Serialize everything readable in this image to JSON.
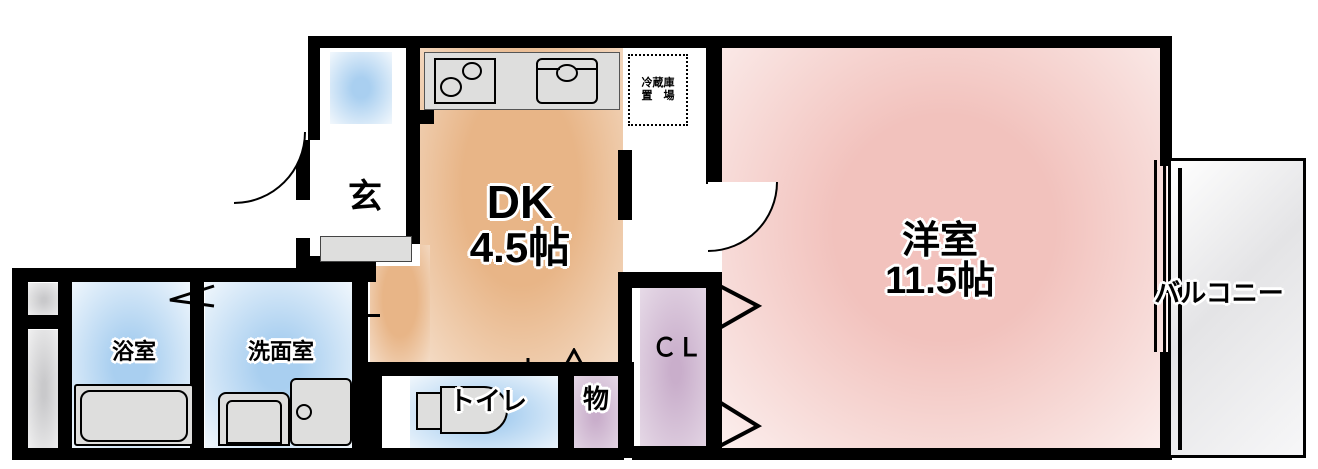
{
  "plan": {
    "type": "japanese-floor-plan",
    "title": "1DK apartment floor plan",
    "colors": {
      "dk": "#e8b587",
      "bedroom": "#f2c2bd",
      "wet_area": "#a9cff0",
      "closet": "#c9aecb",
      "utility_gray": "#c9c9cb",
      "wall": "#000000",
      "background": "#ffffff"
    }
  },
  "rooms": [
    {
      "id": "dk",
      "name": "DK",
      "area_label": "4.5帖",
      "fill": "#e8b587"
    },
    {
      "id": "bedroom",
      "name": "洋室",
      "area_label": "11.5帖",
      "fill": "#f2c2bd"
    },
    {
      "id": "entrance",
      "name": "玄",
      "area_label": "",
      "fill": "#ffffff"
    },
    {
      "id": "bath",
      "name": "浴室",
      "area_label": "",
      "fill": "#a9cff0"
    },
    {
      "id": "washroom",
      "name": "洗面室",
      "area_label": "",
      "fill": "#a9cff0"
    },
    {
      "id": "toilet",
      "name": "トイレ",
      "area_label": "",
      "fill": "#a9cff0"
    },
    {
      "id": "storage",
      "name": "物",
      "area_label": "",
      "fill": "#c9aecb"
    },
    {
      "id": "closet",
      "name": "ＣＬ",
      "area_label": "",
      "fill": "#c9aecb"
    },
    {
      "id": "balcony",
      "name": "バルコニー",
      "area_label": "",
      "fill": "#e4e4e6"
    }
  ],
  "labels": {
    "dk_name": "DK",
    "dk_area": "4.5帖",
    "bedroom_name": "洋室",
    "bedroom_area": "11.5帖",
    "entrance": "玄",
    "bath": "浴室",
    "washroom": "洗面室",
    "toilet": "トイレ",
    "storage": "物",
    "closet": "ＣＬ",
    "balcony": "バルコニー",
    "fridge_space_line1": "冷蔵庫",
    "fridge_space_line2": "置　場"
  },
  "fixtures": [
    {
      "id": "stove",
      "name": "gas-stove-two-burner"
    },
    {
      "id": "sink",
      "name": "kitchen-sink"
    },
    {
      "id": "fridge-space",
      "name": "refrigerator-space"
    },
    {
      "id": "bathtub",
      "name": "bathtub"
    },
    {
      "id": "washing-machine",
      "name": "washing-machine-space"
    },
    {
      "id": "vanity",
      "name": "vanity-basin"
    },
    {
      "id": "toilet-bowl",
      "name": "toilet-bowl"
    },
    {
      "id": "shoe-box",
      "name": "shoe-box"
    }
  ],
  "doors": [
    {
      "id": "entrance-door",
      "name": "entrance-swing-door"
    },
    {
      "id": "dk-bedroom-door",
      "name": "dk-to-bedroom-swing-door"
    },
    {
      "id": "bath-door",
      "name": "bath-folding-door"
    },
    {
      "id": "washroom-door",
      "name": "washroom-sliding-door"
    },
    {
      "id": "toilet-door",
      "name": "toilet-folding-door"
    },
    {
      "id": "closet-door",
      "name": "closet-folding-door"
    },
    {
      "id": "balcony-window",
      "name": "balcony-sliding-window"
    }
  ]
}
